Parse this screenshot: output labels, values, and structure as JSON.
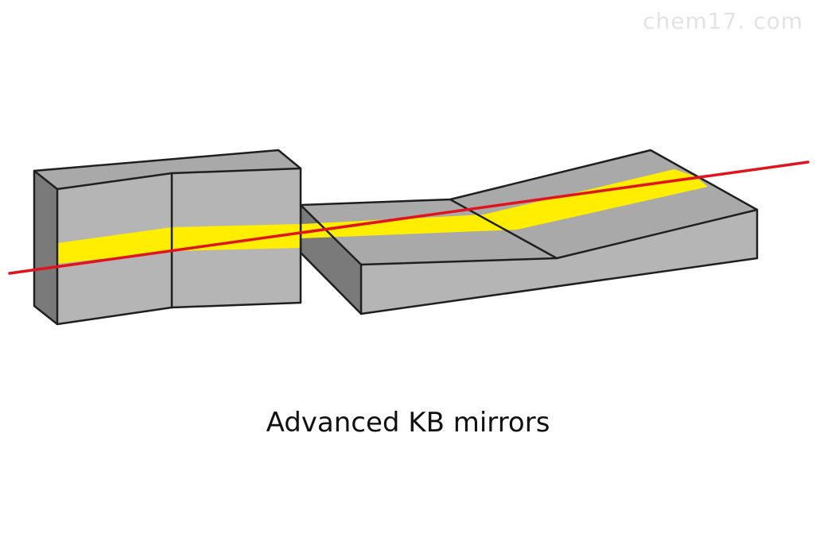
{
  "watermark": "chem17. com",
  "caption": "Advanced KB mirrors",
  "colors": {
    "background": "#ffffff",
    "mirror_top": "#a9a9a9",
    "mirror_front": "#b5b5b5",
    "mirror_side": "#7a7a7a",
    "mirror_outline": "#1f1f1f",
    "reflective_stripe": "#ffee00",
    "xray_beam": "#e0141e",
    "caption_text": "#111111",
    "watermark_text": "#e3e3e3"
  },
  "icons": {
    "vertical_mirror": "vertical-kb-mirror-block",
    "horizontal_mirror": "horizontal-kb-mirror-block",
    "beam": "xray-beam-line"
  }
}
